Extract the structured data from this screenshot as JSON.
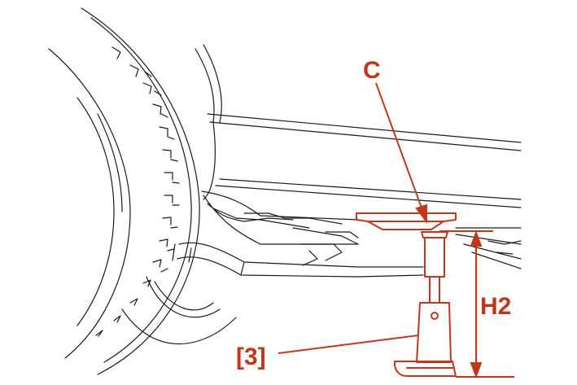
{
  "labels": {
    "c": "C",
    "h2": "H2",
    "stand": "[3]"
  },
  "colors": {
    "accent": "#c0381c",
    "line": "#1a1a1a",
    "background": "#ffffff"
  }
}
